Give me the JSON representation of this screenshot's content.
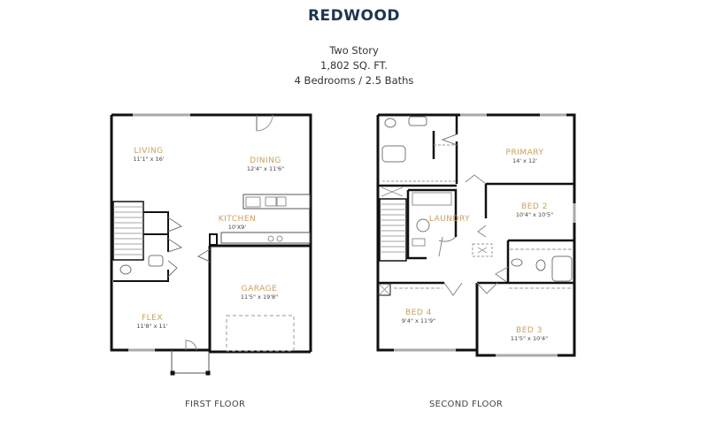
{
  "header": {
    "title": "REDWOOD",
    "stories": "Two Story",
    "square_feet": "1,802 SQ. FT.",
    "bed_bath": "4 Bedrooms / 2.5 Baths"
  },
  "colors": {
    "title": "#1f3550",
    "room_label": "#c9a15d",
    "walls": "#111111"
  },
  "first_floor": {
    "label": "FIRST FLOOR",
    "rooms": [
      {
        "name": "LIVING",
        "dims": "11'1\" x 16'"
      },
      {
        "name": "DINING",
        "dims": "12'4\" x 11'6\""
      },
      {
        "name": "KITCHEN",
        "dims": "10'X9'"
      },
      {
        "name": "GARAGE",
        "dims": "11'5\" x 19'8\""
      },
      {
        "name": "FLEX",
        "dims": "11'8\" x 11'"
      }
    ]
  },
  "second_floor": {
    "label": "SECOND FLOOR",
    "rooms": [
      {
        "name": "PRIMARY",
        "dims": "14' x 12'"
      },
      {
        "name": "BED 2",
        "dims": "10'4\" x 10'5\""
      },
      {
        "name": "LAUNDRY",
        "dims": ""
      },
      {
        "name": "BED 4",
        "dims": "9'4\" x 11'9\""
      },
      {
        "name": "BED 3",
        "dims": "11'5\" x 10'4\""
      }
    ]
  }
}
